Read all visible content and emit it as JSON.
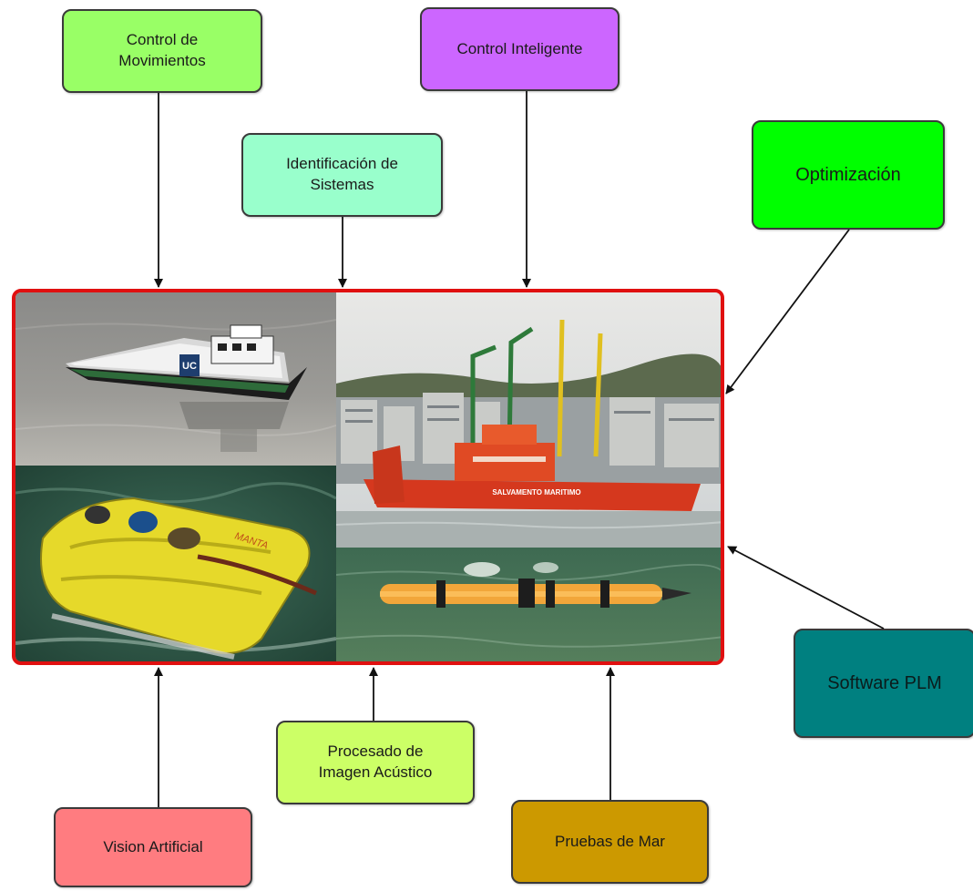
{
  "nodes": {
    "control_movimientos": "Control de\nMovimientos",
    "control_inteligente": "Control Inteligente",
    "identificacion_sistemas": "Identificación de\nSistemas",
    "optimizacion": "Optimización",
    "software_plm": "Software PLM",
    "procesado_imagen": "Procesado de\nImagen Acústico",
    "vision_artificial": "Vision Artificial",
    "pruebas_mar": "Pruebas de Mar"
  },
  "photos": {
    "model_ship_badge": "UC",
    "rescue_ship_name": "SALVAMENTO MARITIMO",
    "rov_lettering": "MANTA"
  },
  "colors": {
    "control_movimientos": "#99ff66",
    "control_inteligente": "#cc66ff",
    "identificacion_sistemas": "#99ffcc",
    "optimizacion": "#00ff00",
    "software_plm": "#008080",
    "procesado_imagen": "#ccff66",
    "vision_artificial": "#ff7c80",
    "pruebas_mar": "#cc9900",
    "frame_border": "#e01010",
    "arrow": "#111111"
  }
}
